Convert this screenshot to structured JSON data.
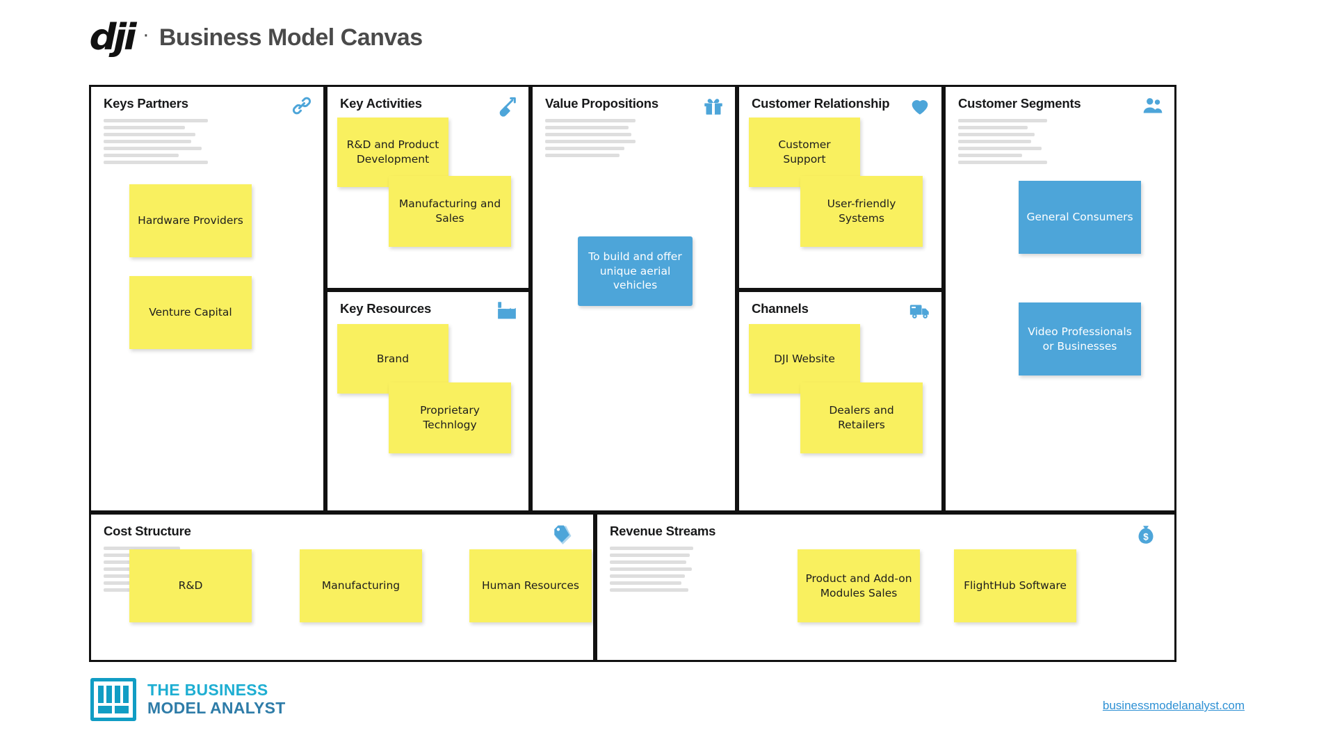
{
  "header": {
    "logo_text": "dji",
    "separator": "·",
    "title": "Business Model Canvas",
    "logo_icon": "dji-wordmark-logo"
  },
  "colors": {
    "note_yellow": "#F9F05F",
    "note_blue": "#4DA5D9",
    "icon_blue": "#4DA5D9",
    "brand_cyan": "#119DC4",
    "panel_border": "#111111",
    "title_text": "#4A4A4A"
  },
  "panels": {
    "key_partners": {
      "title": "Keys Partners",
      "icon": "chain-link-icon",
      "notes": [
        {
          "text": "Hardware Providers",
          "color": "yellow"
        },
        {
          "text": "Venture Capital",
          "color": "yellow"
        }
      ]
    },
    "key_activities": {
      "title": "Key Activities",
      "icon": "shovel-icon",
      "notes": [
        {
          "text": "R&D and Product Development",
          "color": "yellow"
        },
        {
          "text": "Manufacturing and Sales",
          "color": "yellow"
        }
      ]
    },
    "key_resources": {
      "title": "Key Resources",
      "icon": "factory-icon",
      "notes": [
        {
          "text": "Brand",
          "color": "yellow"
        },
        {
          "text": "Proprietary Technlogy",
          "color": "yellow"
        }
      ]
    },
    "value_propositions": {
      "title": "Value Propositions",
      "icon": "gift-icon",
      "notes": [
        {
          "text": "To build and offer unique aerial vehicles",
          "color": "blue"
        }
      ]
    },
    "customer_relationship": {
      "title": "Customer Relationship",
      "icon": "heart-icon",
      "notes": [
        {
          "text": "Customer Support",
          "color": "yellow"
        },
        {
          "text": "User-friendly Systems",
          "color": "yellow"
        }
      ]
    },
    "channels": {
      "title": "Channels",
      "icon": "delivery-truck-icon",
      "notes": [
        {
          "text": "DJI Website",
          "color": "yellow"
        },
        {
          "text": "Dealers and Retailers",
          "color": "yellow"
        }
      ]
    },
    "customer_segments": {
      "title": "Customer Segments",
      "icon": "users-group-icon",
      "notes": [
        {
          "text": "General Consumers",
          "color": "blue"
        },
        {
          "text": "Video Professionals or Businesses",
          "color": "blue"
        }
      ]
    },
    "cost_structure": {
      "title": "Cost Structure",
      "icon": "price-tags-icon",
      "notes": [
        {
          "text": "R&D",
          "color": "yellow"
        },
        {
          "text": "Manufacturing",
          "color": "yellow"
        },
        {
          "text": "Human Resources",
          "color": "yellow"
        }
      ]
    },
    "revenue_streams": {
      "title": "Revenue Streams",
      "icon": "money-bag-icon",
      "notes": [
        {
          "text": "Product and Add-on Modules Sales",
          "color": "yellow"
        },
        {
          "text": "FlightHub Software",
          "color": "yellow"
        }
      ]
    }
  },
  "footer": {
    "brand_line1": "THE BUSINESS",
    "brand_line2": "MODEL ANALYST",
    "brand_icon": "canvas-grid-logo",
    "url": "businessmodelanalyst.com"
  }
}
